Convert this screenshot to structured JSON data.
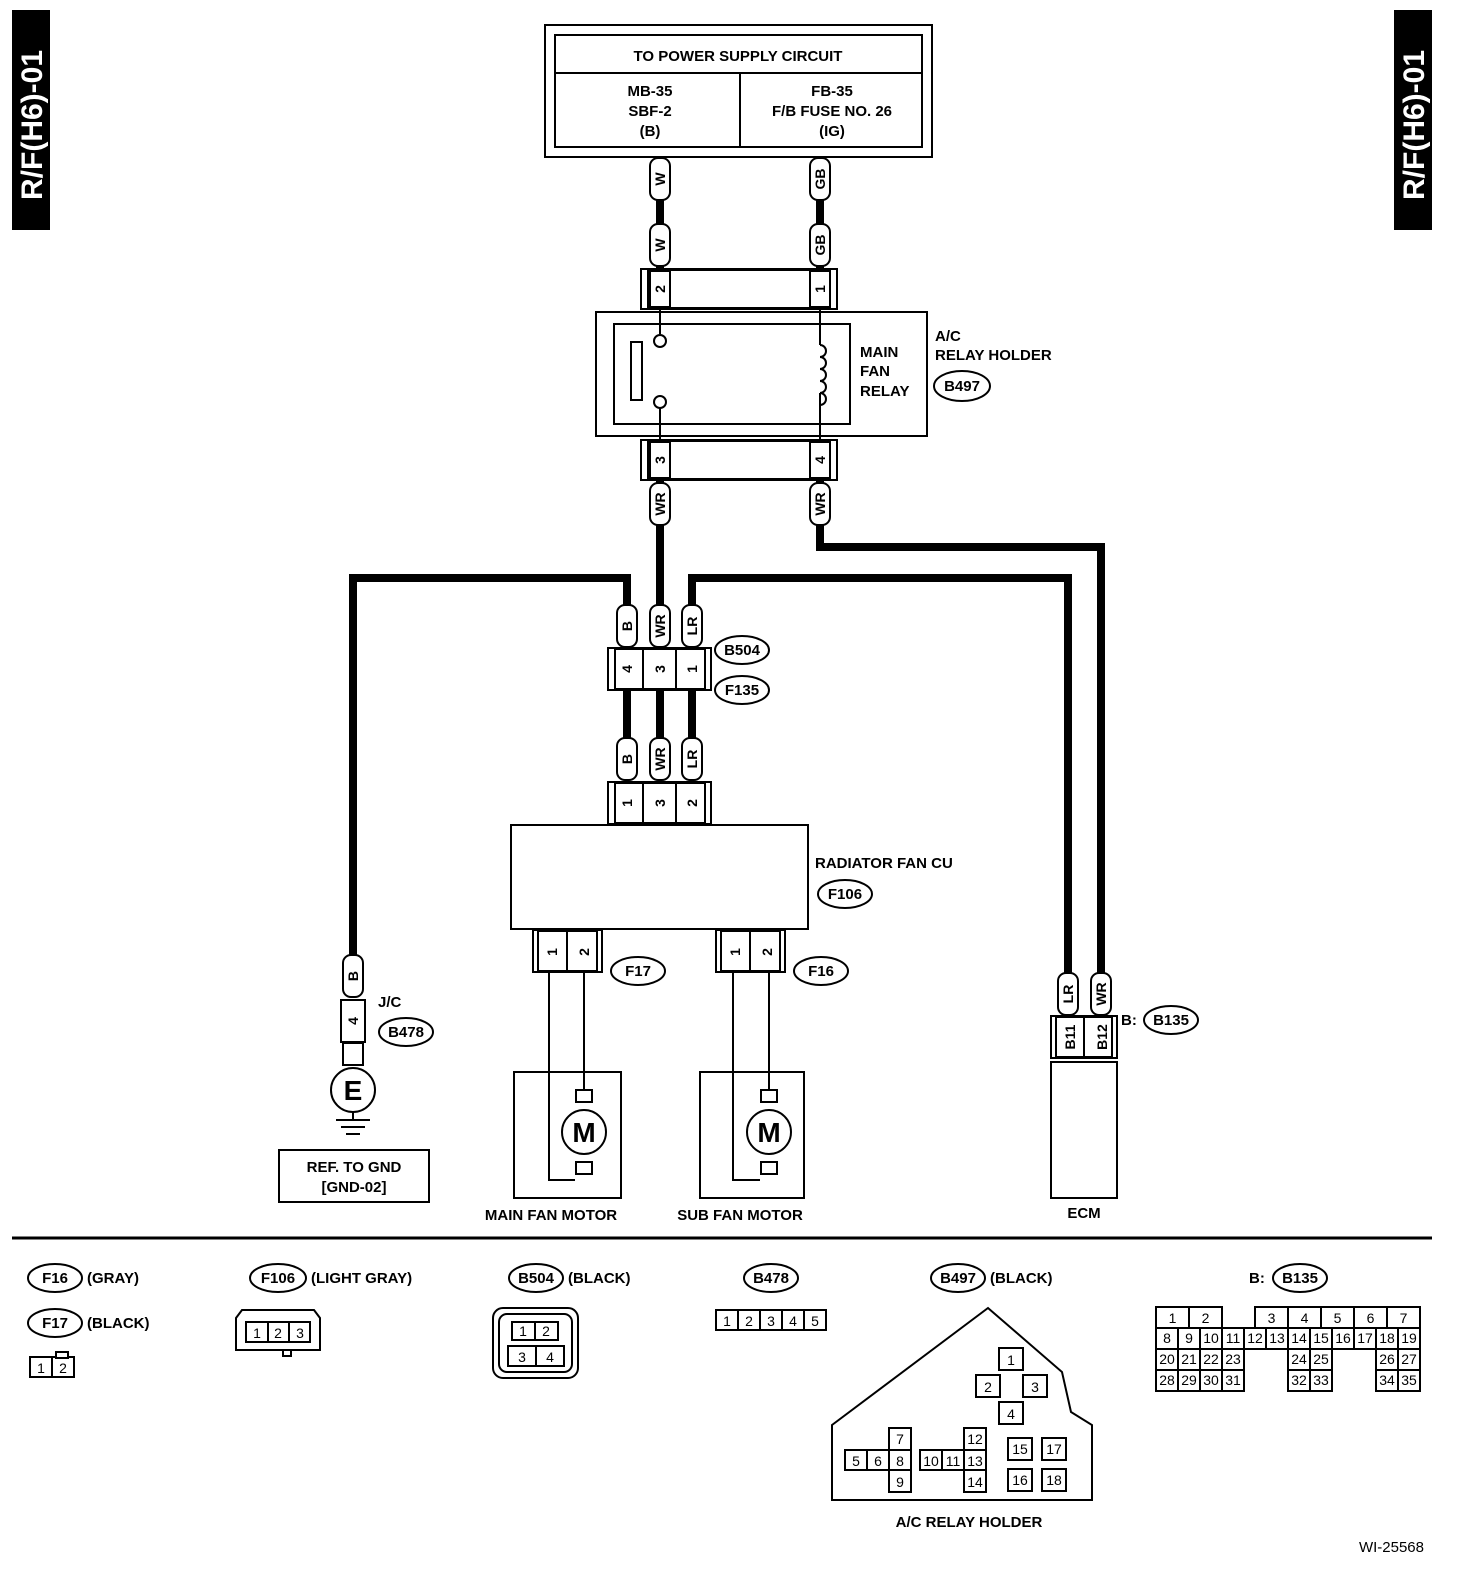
{
  "section_tag": "R/F(H6)-01",
  "power_supply": {
    "title": "TO POWER SUPPLY CIRCUIT",
    "left": [
      "MB-35",
      "SBF-2",
      "(B)"
    ],
    "right": [
      "FB-35",
      "F/B FUSE NO. 26",
      "(IG)"
    ]
  },
  "relay": {
    "name": [
      "MAIN",
      "FAN",
      "RELAY"
    ],
    "holder": [
      "A/C",
      "RELAY HOLDER"
    ],
    "connector": "B497"
  },
  "wires": {
    "w": "W",
    "gb": "GB",
    "wr": "WR",
    "b": "B",
    "lr": "LR"
  },
  "pins": {
    "p1": "1",
    "p2": "2",
    "p3": "3",
    "p4": "4",
    "b11": "B11",
    "b12": "B12"
  },
  "connectors": {
    "b504": "B504",
    "f135": "F135",
    "f106": "F106",
    "f17": "F17",
    "f16": "F16",
    "b478": "B478",
    "b135": "B135",
    "b_prefix": "B:",
    "jc": "J/C"
  },
  "components": {
    "radiator_cu": "RADIATOR FAN CU",
    "main_fan_motor": "MAIN FAN MOTOR",
    "sub_fan_motor": "SUB FAN MOTOR",
    "motor_symbol": "M",
    "ground_symbol": "E",
    "gnd_ref": [
      "REF. TO GND",
      "[GND-02]"
    ],
    "ecm": "ECM"
  },
  "legend": {
    "f16": {
      "id": "F16",
      "color": "(GRAY)"
    },
    "f17": {
      "id": "F17",
      "color": "(BLACK)"
    },
    "f106": {
      "id": "F106",
      "color": "(LIGHT GRAY)"
    },
    "b504": {
      "id": "B504",
      "color": "(BLACK)"
    },
    "b478": {
      "id": "B478"
    },
    "b497": {
      "id": "B497",
      "color": "(BLACK)"
    },
    "b135": {
      "prefix": "B:",
      "id": "B135"
    },
    "relay_holder_caption": "A/C RELAY HOLDER",
    "f17_pins": [
      "1",
      "2"
    ],
    "f106_pins": [
      "1",
      "2",
      "3"
    ],
    "b504_pins": [
      "1",
      "2",
      "3",
      "4"
    ],
    "b478_pins": [
      "1",
      "2",
      "3",
      "4",
      "5"
    ],
    "b497_pins": [
      "1",
      "2",
      "3",
      "4",
      "5",
      "6",
      "7",
      "8",
      "9",
      "10",
      "11",
      "12",
      "13",
      "14",
      "15",
      "16",
      "17",
      "18"
    ],
    "b135_rows": [
      [
        "1",
        "2",
        "",
        "3",
        "4",
        "5",
        "6",
        "7"
      ],
      [
        "8",
        "9",
        "10",
        "11",
        "12",
        "13",
        "14",
        "15",
        "16",
        "17",
        "18",
        "19"
      ],
      [
        "20",
        "21",
        "22",
        "23",
        "",
        "",
        "24",
        "25",
        "",
        "",
        "26",
        "27"
      ],
      [
        "28",
        "29",
        "30",
        "31",
        "",
        "",
        "32",
        "33",
        "",
        "",
        "34",
        "35"
      ]
    ]
  },
  "figure_id": "WI-25568"
}
